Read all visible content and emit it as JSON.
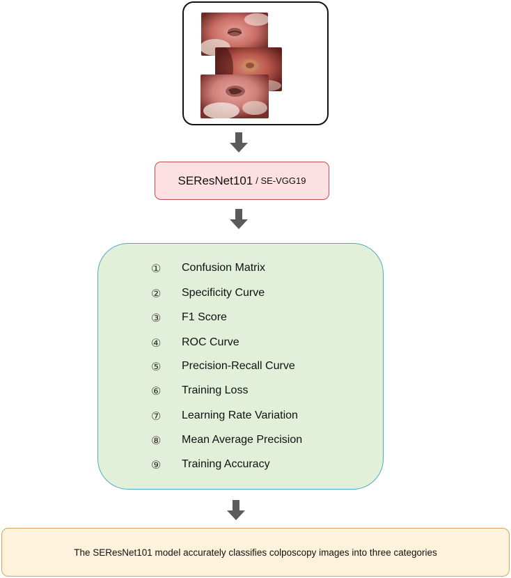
{
  "images": {
    "items": [
      {
        "name": "colposcopy-image-1"
      },
      {
        "name": "colposcopy-image-2"
      },
      {
        "name": "colposcopy-image-3"
      }
    ]
  },
  "model": {
    "primary": "SEResNet101",
    "separator_text": "/ SE-VGG19"
  },
  "metrics": [
    {
      "num": "①",
      "label": "Confusion Matrix"
    },
    {
      "num": "②",
      "label": "Specificity Curve"
    },
    {
      "num": "③",
      "label": "F1 Score"
    },
    {
      "num": "④",
      "label": "ROC Curve"
    },
    {
      "num": "⑤",
      "label": "Precision-Recall Curve"
    },
    {
      "num": "⑥",
      "label": "Training Loss"
    },
    {
      "num": "⑦",
      "label": "Learning Rate Variation"
    },
    {
      "num": "⑧",
      "label": "Mean Average Precision"
    },
    {
      "num": "⑨",
      "label": "Training Accuracy"
    }
  ],
  "conclusion": {
    "text": "The SEResNet101 model accurately classifies colposcopy images into three categories"
  },
  "colors": {
    "model_fill": "#fce0e2",
    "model_border": "#c0504d",
    "metrics_fill": "#e2efd9",
    "metrics_border": "#4bacc6",
    "conclusion_fill": "#fdf2dc",
    "conclusion_border": "#d6a456",
    "arrow": "#5b5b5b"
  }
}
